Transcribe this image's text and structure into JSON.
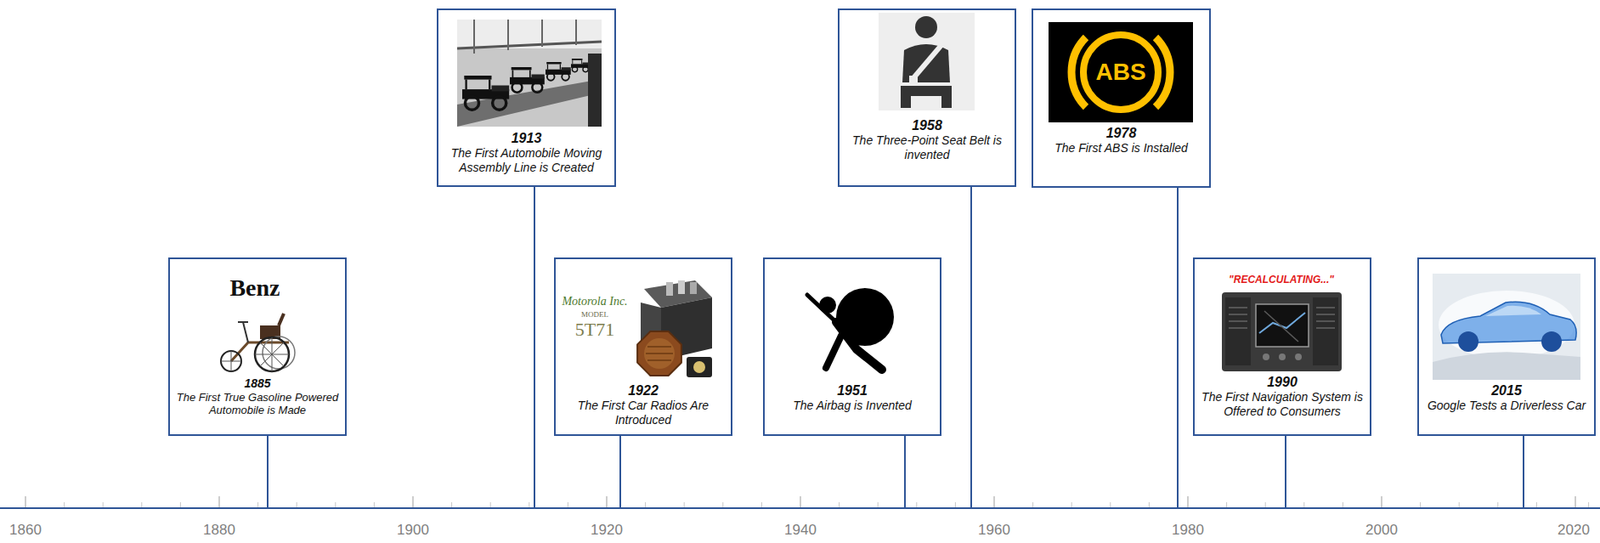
{
  "diagram": {
    "nodes": [
      {
        "text": [
          "1885",
          "The First True Gasoline Powered Automobile is Made"
        ]
      },
      {
        "text": [
          "1913",
          "The First Automobile Moving Assembly Line is Created"
        ]
      },
      {
        "text": [
          "1922",
          "The First Car Radios Are Introduced"
        ]
      },
      {
        "text": [
          "1951",
          "The Airbag is Invented"
        ]
      },
      {
        "text": [
          "1958",
          "The Three-Point Seat Belt is invented"
        ]
      },
      {
        "text": [
          "1978",
          "The First ABS is Installed"
        ]
      },
      {
        "text": [
          "1990",
          "The First Navigation System is Offered to Consumers"
        ]
      },
      {
        "text": [
          "2015",
          "Google Tests a Driverless Car"
        ]
      }
    ],
    "labels": [
      "Benz",
      "Motorola Inc.",
      "MODEL",
      "5T71",
      "ABS",
      "\"RECALCULATING...\"",
      "1860",
      "1880",
      "1900",
      "1920",
      "1940",
      "1960",
      "1980",
      "2000",
      "2020"
    ]
  }
}
